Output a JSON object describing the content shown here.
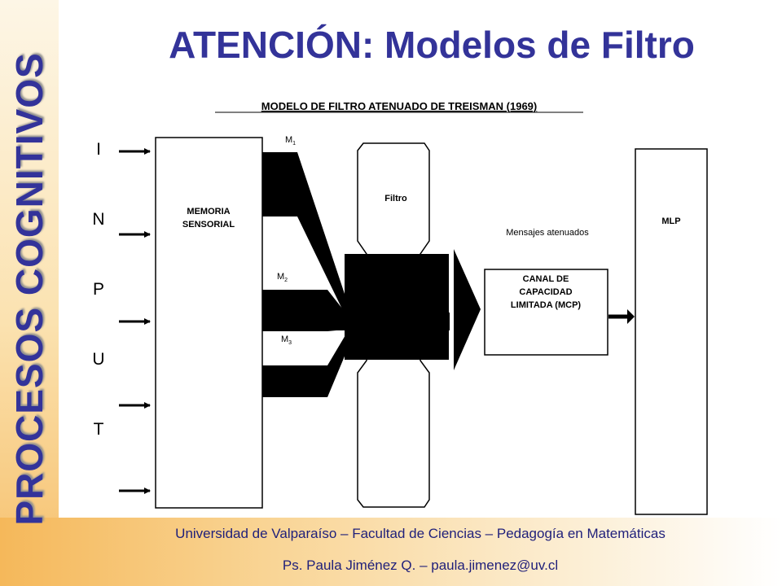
{
  "slide": {
    "vertical_title": "PROCESOS COGNITIVOS",
    "title": "ATENCIÓN: Modelos de Filtro",
    "footer_line1": "Universidad de Valparaíso – Facultad de Ciencias – Pedagogía en Matemáticas",
    "footer_line2": "Ps. Paula Jiménez Q. – paula.jimenez@uv.cl"
  },
  "diagram": {
    "subtitle": "MODELO DE FILTRO ATENUADO DE TREISMAN (1969)",
    "input_letters": [
      "I",
      "N",
      "P",
      "U",
      "T"
    ],
    "sensory_memory": {
      "line1": "MEMORIA",
      "line2": "SENSORIAL"
    },
    "messages": {
      "m1": "M",
      "m2": "M",
      "m3": "M",
      "sub1": "1",
      "sub2": "2",
      "sub3": "3"
    },
    "filter_label": "Filtro",
    "attenuated_label": "Mensajes atenuados",
    "channel": {
      "line1": "CANAL DE",
      "line2": "CAPACIDAD",
      "line3": "LIMITADA (MCP)"
    },
    "mlp_label": "MLP"
  }
}
